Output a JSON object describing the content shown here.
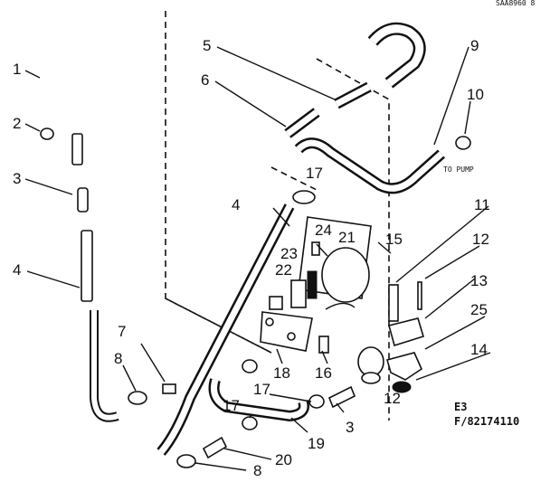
{
  "callouts": {
    "c1": "1",
    "c2": "2",
    "c3a": "3",
    "c4a": "4",
    "c5": "5",
    "c6": "6",
    "c4b": "4",
    "c17a": "17",
    "c9": "9",
    "c10": "10",
    "c24": "24",
    "c21": "21",
    "c23": "23",
    "c15": "15",
    "c11": "11",
    "c12": "12",
    "c22": "22",
    "c13": "13",
    "c25": "25",
    "c7": "7",
    "c8a": "8",
    "c18": "18",
    "c16": "16",
    "c14": "14",
    "c17b": "17",
    "c17c": "17",
    "c12b": "12",
    "c3b": "3",
    "c19": "19",
    "c20": "20",
    "c8b": "8"
  },
  "annotations": {
    "to_pump": "TO PUMP",
    "code_line1": "E3",
    "code_line2": "F/82174110",
    "corner_mark": "SAA8960 8"
  },
  "colors": {
    "ink": "#111111",
    "paper": "#ffffff"
  }
}
